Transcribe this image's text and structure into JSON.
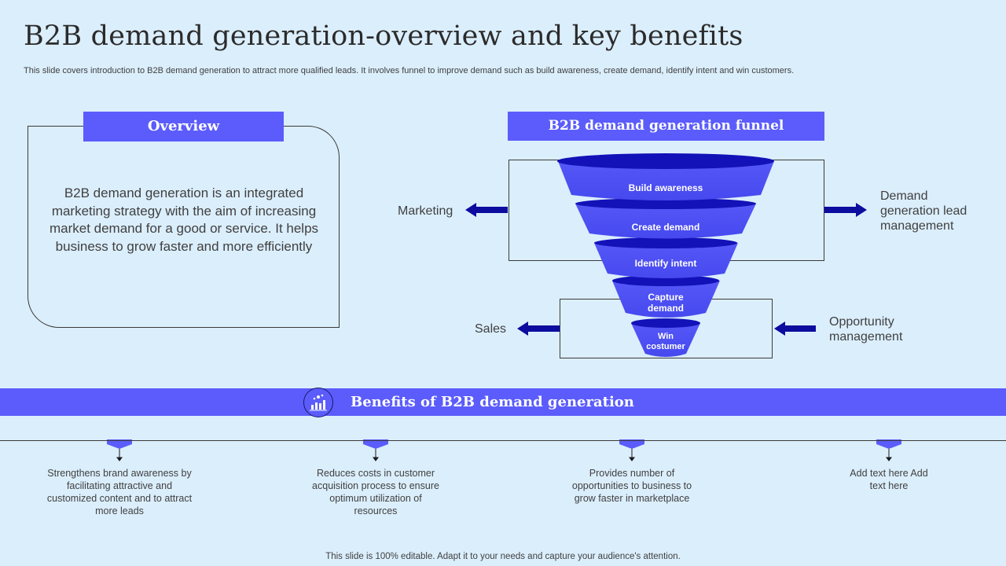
{
  "slide": {
    "title": "B2B demand generation-overview and key benefits",
    "subtitle": "This slide covers introduction to B2B demand generation to attract more qualified leads. It involves funnel to improve demand such as build awareness, create demand, identify intent and win customers.",
    "footer": "This slide is 100% editable. Adapt it to your needs and capture your audience's attention."
  },
  "overview": {
    "header": "Overview",
    "text": "B2B demand generation is an integrated marketing strategy with the aim of increasing market demand for a good or service. It helps business to grow faster and more efficiently"
  },
  "funnel": {
    "header": "B2B demand generation funnel",
    "stages": [
      "Build awareness",
      "Create demand",
      "Identify intent",
      "Capture demand",
      "Win costumer"
    ],
    "left_top": "Marketing",
    "right_top": "Demand generation lead management",
    "left_bottom": "Sales",
    "right_bottom": "Opportunity management"
  },
  "benefits": {
    "header": "Benefits of  B2B demand generation",
    "items": [
      "Strengthens brand awareness by facilitating attractive and customized content and to attract more leads",
      "Reduces costs in customer acquisition process to ensure optimum utilization of resources",
      "Provides number of opportunities to business to grow faster in marketplace",
      "Add text here Add text here"
    ]
  },
  "colors": {
    "background": "#dbeefc",
    "accent": "#5b5cfb",
    "dark_blue": "#1212b8",
    "arrow_blue": "#0c0c9e"
  },
  "icons": {
    "benefits": "chart-growth-icon"
  }
}
